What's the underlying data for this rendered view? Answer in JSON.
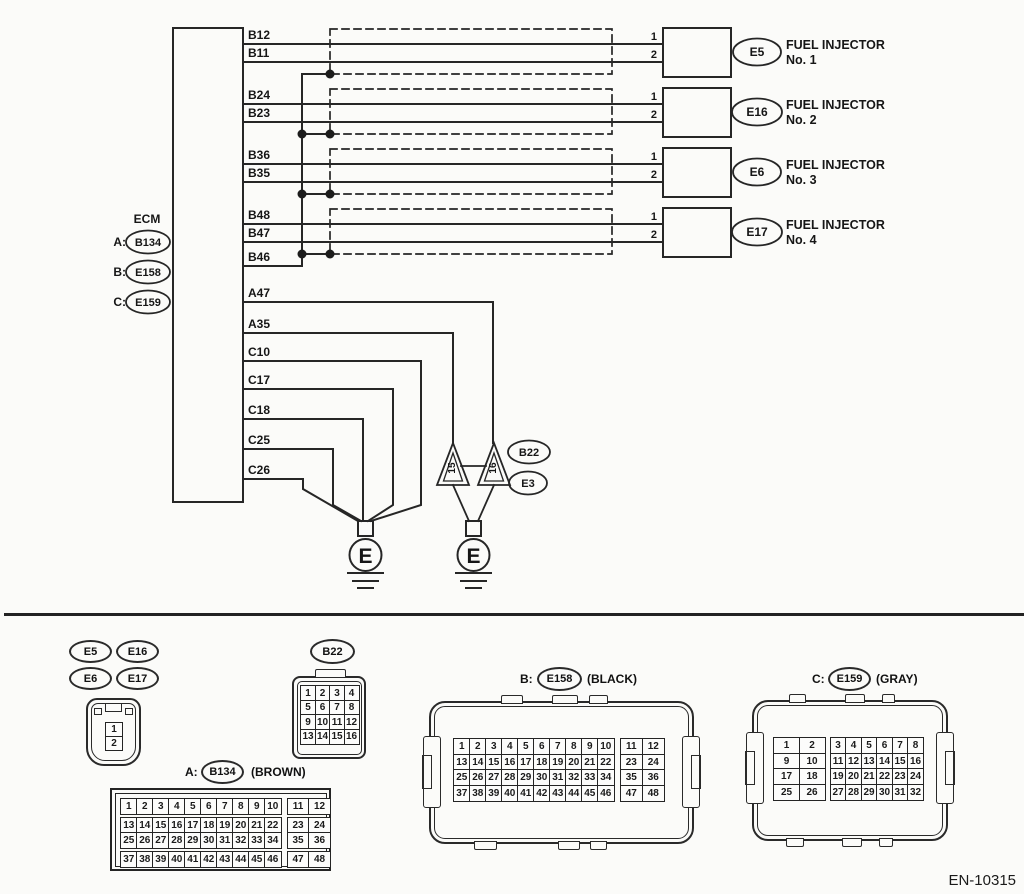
{
  "diagram": {
    "ecm": {
      "label": "ECM",
      "connector_refs": [
        {
          "prefix": "A:",
          "code": "B134"
        },
        {
          "prefix": "B:",
          "code": "E158"
        },
        {
          "prefix": "C:",
          "code": "E159"
        }
      ],
      "pins": [
        "B12",
        "B11",
        "B24",
        "B23",
        "B36",
        "B35",
        "B48",
        "B47",
        "B46",
        "A47",
        "A35",
        "C10",
        "C17",
        "C18",
        "C25",
        "C26"
      ]
    },
    "pin_numbers": [
      "1",
      "2"
    ],
    "injectors": [
      {
        "code": "E5",
        "name": "FUEL INJECTOR",
        "number": "No. 1"
      },
      {
        "code": "E16",
        "name": "FUEL INJECTOR",
        "number": "No. 2"
      },
      {
        "code": "E6",
        "name": "FUEL INJECTOR",
        "number": "No. 3"
      },
      {
        "code": "E17",
        "name": "FUEL INJECTOR",
        "number": "No. 4"
      }
    ],
    "joints": [
      "15",
      "16"
    ],
    "joint_refs": [
      "B22",
      "E3"
    ],
    "grounds": [
      "E",
      "E"
    ]
  },
  "connectors": {
    "injector_plug": {
      "labels": [
        "E5",
        "E16",
        "E6",
        "E17"
      ],
      "pin_rows": [
        [
          "1"
        ],
        [
          "2"
        ]
      ]
    },
    "b22": {
      "label": "B22",
      "rows": [
        [
          "1",
          "2",
          "3",
          "4"
        ],
        [
          "5",
          "6",
          "7",
          "8"
        ],
        [
          "9",
          "10",
          "11",
          "12"
        ],
        [
          "13",
          "14",
          "15",
          "16"
        ]
      ]
    },
    "a": {
      "prefix": "A:",
      "code": "B134",
      "color": "(BROWN)",
      "left_rows": [
        [
          "1",
          "2",
          "3",
          "4",
          "5",
          "6",
          "7",
          "8",
          "9",
          "10"
        ],
        [
          "13",
          "14",
          "15",
          "16",
          "17",
          "18",
          "19",
          "20",
          "21",
          "22"
        ],
        [
          "25",
          "26",
          "27",
          "28",
          "29",
          "30",
          "31",
          "32",
          "33",
          "34"
        ],
        [
          "37",
          "38",
          "39",
          "40",
          "41",
          "42",
          "43",
          "44",
          "45",
          "46"
        ]
      ],
      "right_rows": [
        [
          "11",
          "12"
        ],
        [
          "23",
          "24"
        ],
        [
          "35",
          "36"
        ],
        [
          "47",
          "48"
        ]
      ]
    },
    "b": {
      "prefix": "B:",
      "code": "E158",
      "color": "(BLACK)",
      "left_rows": [
        [
          "1",
          "2",
          "3",
          "4",
          "5",
          "6",
          "7",
          "8",
          "9",
          "10"
        ],
        [
          "13",
          "14",
          "15",
          "16",
          "17",
          "18",
          "19",
          "20",
          "21",
          "22"
        ],
        [
          "25",
          "26",
          "27",
          "28",
          "29",
          "30",
          "31",
          "32",
          "33",
          "34"
        ],
        [
          "37",
          "38",
          "39",
          "40",
          "41",
          "42",
          "43",
          "44",
          "45",
          "46"
        ]
      ],
      "right_rows": [
        [
          "11",
          "12"
        ],
        [
          "23",
          "24"
        ],
        [
          "35",
          "36"
        ],
        [
          "47",
          "48"
        ]
      ]
    },
    "c": {
      "prefix": "C:",
      "code": "E159",
      "color": "(GRAY)",
      "left_rows": [
        [
          "1",
          "2"
        ],
        [
          "9",
          "10"
        ],
        [
          "17",
          "18"
        ],
        [
          "25",
          "26"
        ]
      ],
      "right_rows": [
        [
          "3",
          "4",
          "5",
          "6",
          "7",
          "8"
        ],
        [
          "11",
          "12",
          "13",
          "14",
          "15",
          "16"
        ],
        [
          "19",
          "20",
          "21",
          "22",
          "23",
          "24"
        ],
        [
          "27",
          "28",
          "29",
          "30",
          "31",
          "32"
        ]
      ]
    }
  },
  "footer": {
    "doc_id": "EN-10315"
  },
  "colors": {
    "line": "#262626",
    "bg": "#fbfbf9"
  }
}
